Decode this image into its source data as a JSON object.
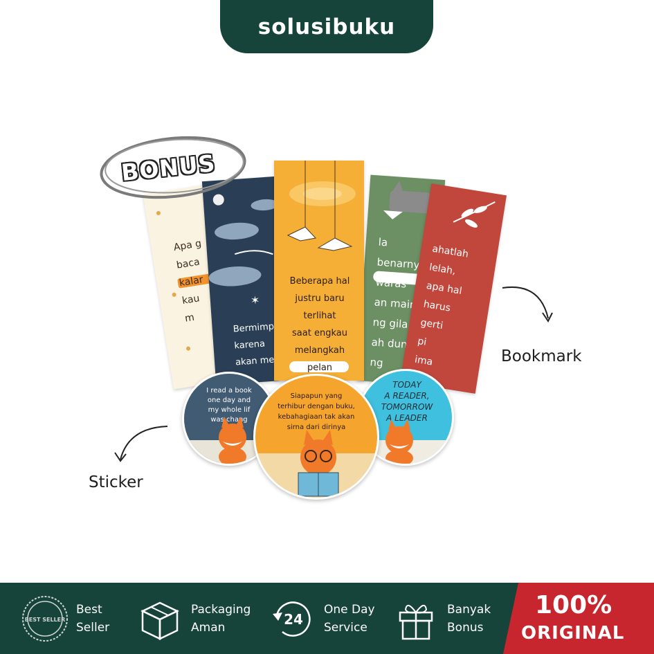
{
  "brand": {
    "name": "solusibuku"
  },
  "bonus": {
    "label": "BONUS"
  },
  "bookmarks": [
    {
      "text": "Apa g\nbaca\nkalar\nkau\n   m"
    },
    {
      "text": "Bermimp\nkarena\nakan me"
    },
    {
      "text": "Beberapa hal\njustru baru\nterlihat\nsaat engkau\nmelangkah\npelan"
    },
    {
      "text": "la\nbenarnya\nwaras\nan main,\nng gila\nah dunia\nng"
    },
    {
      "text": "ahatlah\nlelah,\napa hal\nharus\ngerti\npi\nima"
    }
  ],
  "stickers": [
    {
      "text": "I read a book\none day and\nmy whole lif\nwas chang"
    },
    {
      "text": "Siapapun yang\nterhibur dengan buku,\nkebahagiaan tak akan\nsirna dari dirinya"
    },
    {
      "text": "TODAY\nA READER,\nTOMORROW\nA LEADER"
    }
  ],
  "labels": {
    "bookmark": "Bookmark",
    "sticker": "Sticker"
  },
  "features": [
    {
      "icon": "best-seller-badge-icon",
      "badge_text": "BEST SELLER",
      "label": "Best\nSeller"
    },
    {
      "icon": "package-box-icon",
      "label": "Packaging\nAman"
    },
    {
      "icon": "24-hour-icon",
      "badge_text": "24",
      "label": "One Day\nService"
    },
    {
      "icon": "gift-box-icon",
      "label": "Banyak\nBonus"
    }
  ],
  "original": {
    "percent": "100%",
    "text": "ORIGINAL"
  },
  "colors": {
    "brand_green": "#16443b",
    "accent_red": "#c8262e",
    "accent_orange": "#f5ae36"
  }
}
